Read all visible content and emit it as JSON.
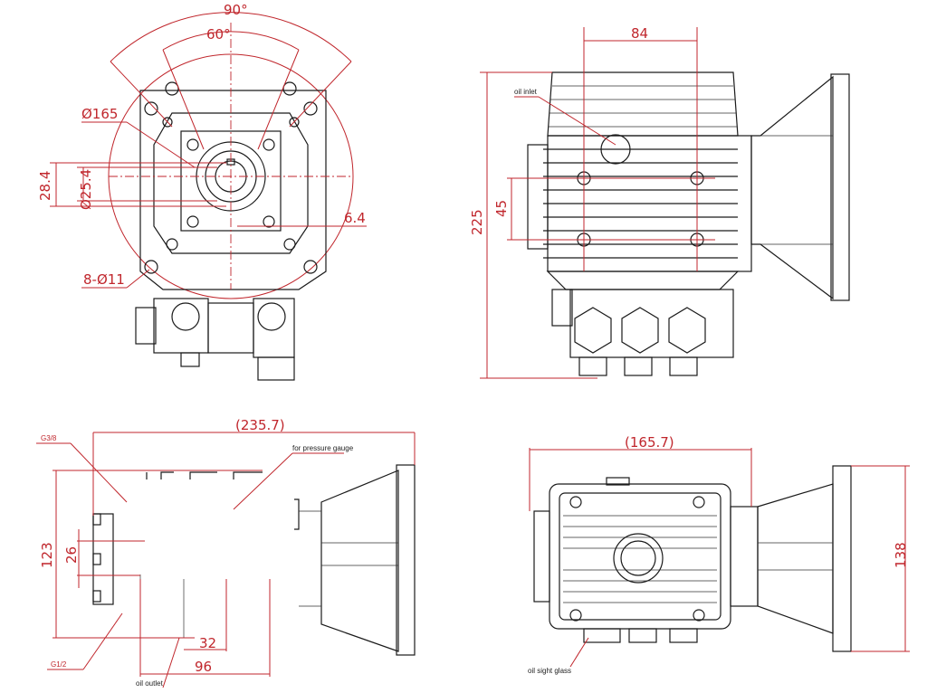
{
  "front_view": {
    "angle_outer": "90°",
    "angle_inner": "60°",
    "dia_flange": "Ø165",
    "dim_key_height": "28.4",
    "dia_shaft": "Ø25.4",
    "dim_key_width": "6.4",
    "bolt_holes": "8-Ø11"
  },
  "top_view": {
    "dim_width": "84",
    "oil_inlet": "oil inlet",
    "dim_height": "225",
    "dim_bolt_spacing": "45"
  },
  "side_view": {
    "dim_length": "(235.7)",
    "port_g38": "G3/8",
    "pressure_gauge": "for pressure gauge",
    "dim_height": "123",
    "dim_port_spacing": "26",
    "port_g12": "G1/2",
    "oil_outlet": "oil outlet",
    "dim_32": "32",
    "dim_96": "96"
  },
  "rear_view": {
    "dim_length": "(165.7)",
    "dim_flange": "138",
    "oil_sight_glass": "oil sight glass"
  },
  "colors": {
    "dimension": "#c0262c",
    "outline": "#1a1a1a"
  }
}
